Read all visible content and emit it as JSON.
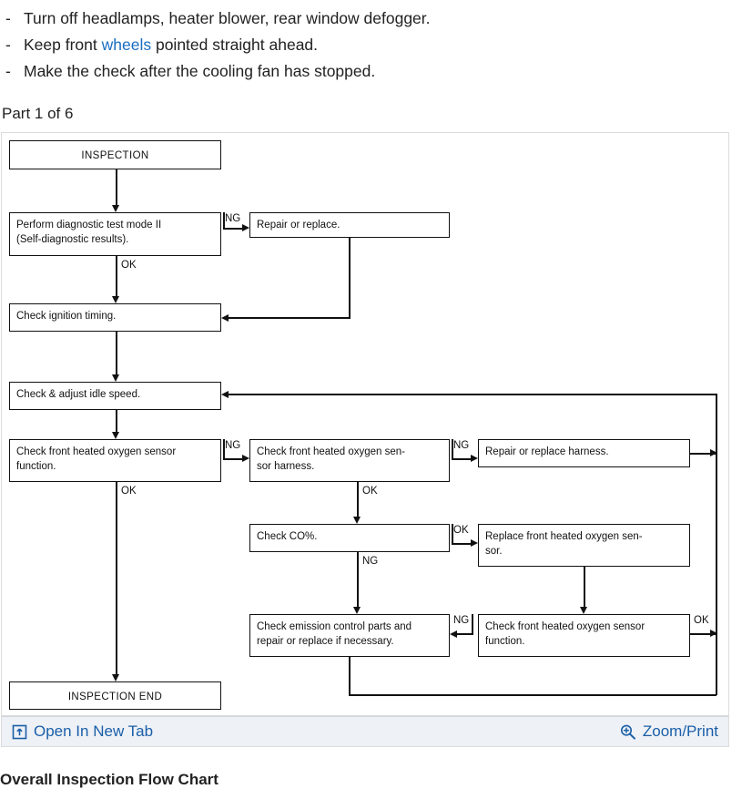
{
  "notes": {
    "bullet": "-",
    "items": [
      {
        "pre": "Turn off headlamps, heater blower, rear window defogger.",
        "link": "",
        "post": ""
      },
      {
        "pre": "Keep front ",
        "link": "wheels",
        "post": " pointed straight ahead."
      },
      {
        "pre": "Make the check after the cooling fan has stopped.",
        "link": "",
        "post": ""
      }
    ]
  },
  "part_label": "Part 1 of 6",
  "figure": {
    "boxes": {
      "inspection": "INSPECTION",
      "diagnostic_l1": "Perform diagnostic test mode II",
      "diagnostic_l2": "(Self-diagnostic results).",
      "repair_or_replace": "Repair or replace.",
      "ignition_timing": "Check ignition timing.",
      "idle_speed": "Check & adjust idle speed.",
      "o2_function_l1": "Check front heated oxygen sensor",
      "o2_function_l2": "function.",
      "o2_harness_l1": "Check front heated oxygen sen-",
      "o2_harness_l2": "sor harness.",
      "repair_harness": "Repair or replace harness.",
      "check_co": "Check CO%.",
      "replace_o2_l1": "Replace front heated oxygen sen-",
      "replace_o2_l2": "sor.",
      "emission_l1": "Check emission control parts and",
      "emission_l2": "repair or replace if necessary.",
      "o2_function2_l1": "Check front heated oxygen sensor",
      "o2_function2_l2": "function.",
      "inspection_end": "INSPECTION END"
    },
    "labels": {
      "ng1": "NG",
      "ok1": "OK",
      "ng2": "NG",
      "ok2": "OK",
      "ng3": "NG",
      "ok3": "OK",
      "ok4": "OK",
      "ng4": "NG",
      "ng5": "NG",
      "ok5": "OK"
    }
  },
  "toolbar": {
    "open_new_tab": "Open In New Tab",
    "zoom_print": "Zoom/Print",
    "link_color": "#1a5fa8",
    "background": "#eef1f6"
  },
  "bottom_heading": "Overall Inspection Flow Chart"
}
